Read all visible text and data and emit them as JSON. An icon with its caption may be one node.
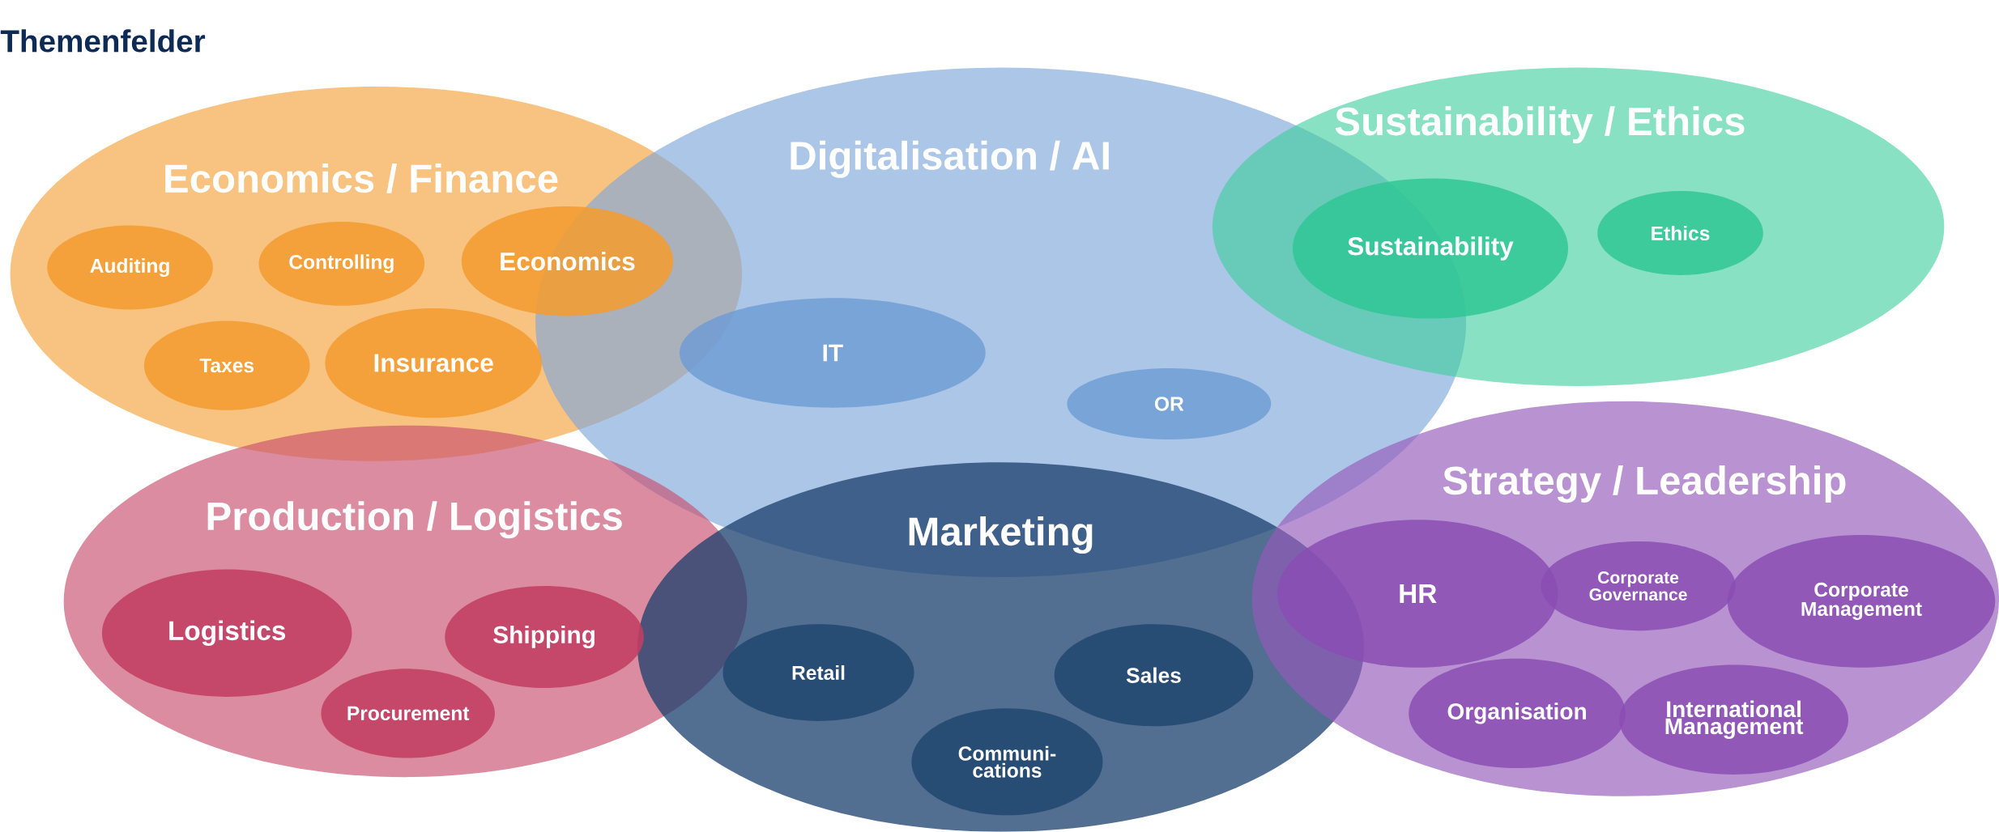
{
  "diagram": {
    "title": "Themenfelder",
    "nodes": [
      {
        "text": [
          "Economics / Finance"
        ]
      },
      {
        "text": [
          "Auditing"
        ],
        "in": 0
      },
      {
        "text": [
          "Controlling"
        ],
        "in": 0
      },
      {
        "text": [
          "Economics"
        ],
        "in": 0
      },
      {
        "text": [
          "Taxes"
        ],
        "in": 0
      },
      {
        "text": [
          "Insurance"
        ],
        "in": 0
      },
      {
        "text": [
          "Digitalisation / AI"
        ]
      },
      {
        "text": [
          "IT"
        ],
        "in": 6
      },
      {
        "text": [
          "OR"
        ],
        "in": 6
      },
      {
        "text": [
          "Sustainability / Ethics"
        ]
      },
      {
        "text": [
          "Sustainability"
        ],
        "in": 9
      },
      {
        "text": [
          "Ethics"
        ],
        "in": 9
      },
      {
        "text": [
          "Production / Logistics"
        ]
      },
      {
        "text": [
          "Logistics"
        ],
        "in": 12
      },
      {
        "text": [
          "Shipping"
        ],
        "in": 12
      },
      {
        "text": [
          "Procurement"
        ],
        "in": 12
      },
      {
        "text": [
          "Marketing"
        ]
      },
      {
        "text": [
          "Retail"
        ],
        "in": 16
      },
      {
        "text": [
          "Sales"
        ],
        "in": 16
      },
      {
        "text": [
          "Communi- cations"
        ],
        "in": 16
      },
      {
        "text": [
          "Strategy / Leadership"
        ]
      },
      {
        "text": [
          "HR"
        ],
        "in": 20
      },
      {
        "text": [
          "Corporate Governance"
        ],
        "in": 20
      },
      {
        "text": [
          "Corporate Management"
        ],
        "in": 20
      },
      {
        "text": [
          "Organisation"
        ],
        "in": 20
      },
      {
        "text": [
          "International Management"
        ],
        "in": 20
      }
    ]
  }
}
